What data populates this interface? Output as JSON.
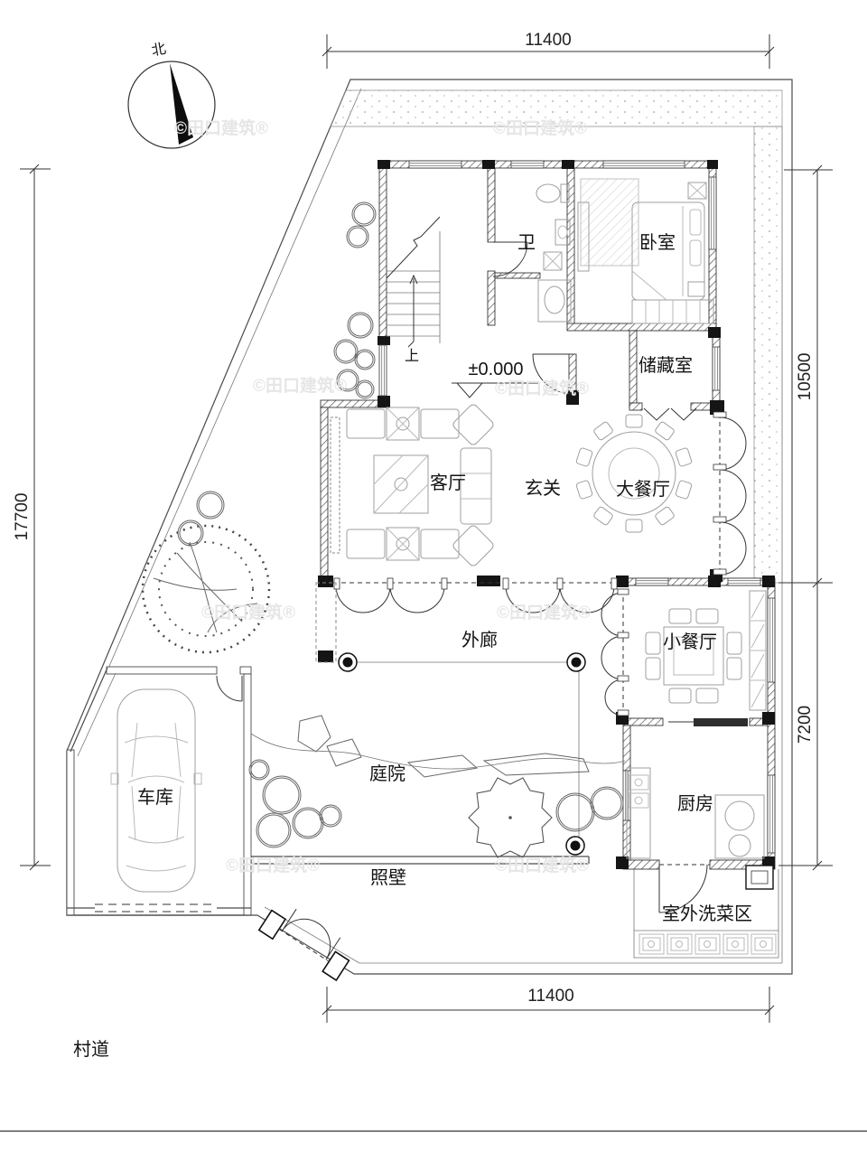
{
  "drawing": {
    "type": "floor-plan",
    "compass_label": "北",
    "level_marker": "±0.000",
    "stair_direction": "上",
    "watermark": "©田口建筑®"
  },
  "dimensions": {
    "top_width": "11400",
    "bottom_width": "11400",
    "left_height": "17700",
    "right_upper_height": "10500",
    "right_lower_height": "7200"
  },
  "rooms": {
    "bathroom": "卫",
    "bedroom": "卧室",
    "storage": "储藏室",
    "living_room": "客厅",
    "foyer": "玄关",
    "dining_large": "大餐厅",
    "veranda": "外廊",
    "dining_small": "小餐厅",
    "courtyard": "庭院",
    "garage": "车库",
    "kitchen": "厨房",
    "screen_wall": "照壁",
    "outdoor_wash_area": "室外洗菜区",
    "village_road": "村道"
  },
  "colors": {
    "wall": "#1f1f1f",
    "furniture": "#9f9f9f",
    "watermark": "#e6e6e6"
  }
}
